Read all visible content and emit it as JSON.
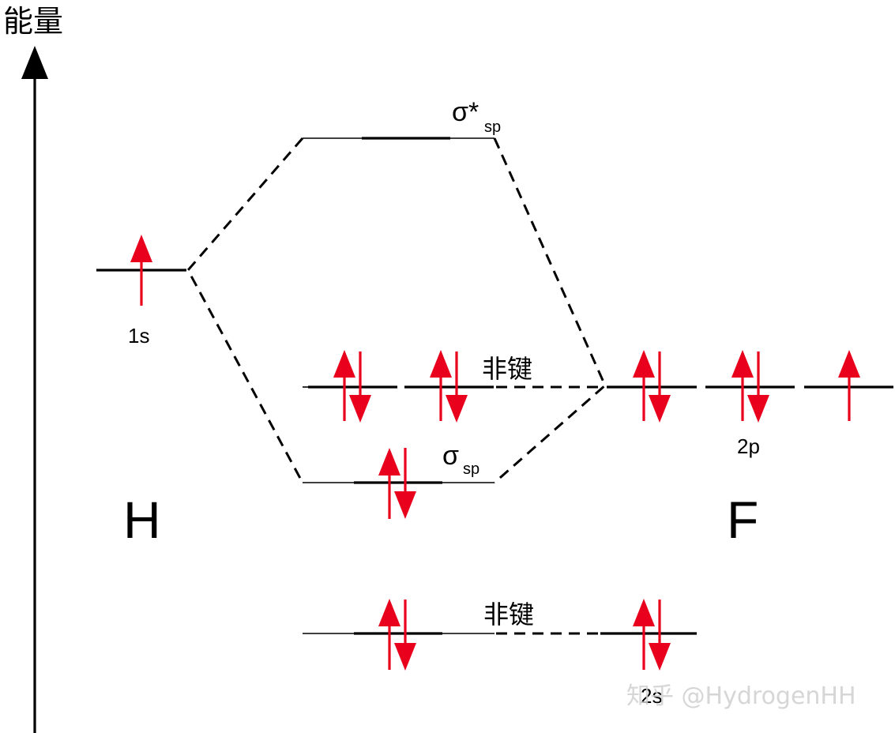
{
  "axis": {
    "label": "能量"
  },
  "atoms": {
    "left": "H",
    "right": "F"
  },
  "orbital_labels": {
    "h_1s": "1s",
    "sigma_star": "σ*",
    "sigma_star_sub": "sp",
    "sigma": "σ",
    "sigma_sub": "sp",
    "nonbonding_upper": "非键",
    "nonbonding_lower": "非键",
    "f_2p": "2p",
    "f_2s": "2s"
  },
  "watermark": "知乎 @HydrogenHH",
  "colors": {
    "spin_arrow": "#e8001c",
    "lines": "#000000"
  },
  "electrons": {
    "h_1s": "up",
    "nonbonding_upper_1": "pair",
    "nonbonding_upper_2": "pair",
    "sigma": "pair",
    "f_2p_1": "pair",
    "f_2p_2": "pair",
    "f_2p_3": "up",
    "nonbonding_lower": "pair",
    "f_2s": "pair"
  }
}
